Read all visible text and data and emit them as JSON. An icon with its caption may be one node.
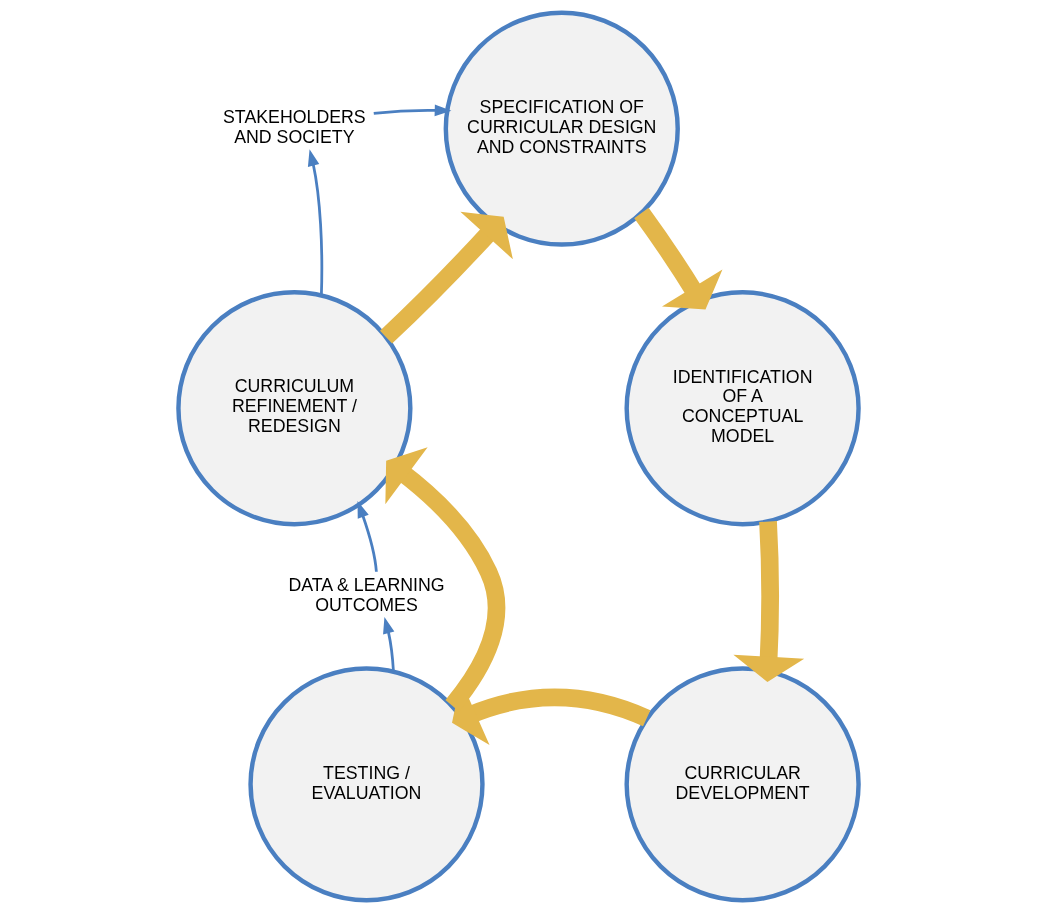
{
  "diagram": {
    "nodes": [
      {
        "text": [
          "SPECIFICATION OF CURRICULAR DESIGN AND CONSTRAINTS"
        ]
      },
      {
        "text": [
          "IDENTIFICATION OF A CONCEPTUAL MODEL"
        ]
      },
      {
        "text": [
          "CURRICULAR DEVELOPMENT"
        ]
      },
      {
        "text": [
          "TESTING / EVALUATION"
        ]
      },
      {
        "text": [
          "CURRICULUM REFINEMENT / REDESIGN"
        ]
      },
      {
        "text": [
          "STAKEHOLDERS AND SOCIETY"
        ]
      },
      {
        "text": [
          "DATA & LEARNING OUTCOMES"
        ]
      }
    ],
    "edges": [
      {
        "from": 0,
        "to": 1,
        "arrow": "to",
        "color": "#e3b64a"
      },
      {
        "from": 1,
        "to": 2,
        "arrow": "to",
        "color": "#e3b64a"
      },
      {
        "from": 2,
        "to": 3,
        "arrow": "to",
        "color": "#e3b64a"
      },
      {
        "from": 3,
        "to": 4,
        "arrow": "to",
        "color": "#e3b64a"
      },
      {
        "from": 4,
        "to": 0,
        "arrow": "to",
        "color": "#e3b64a"
      },
      {
        "from": 4,
        "to": 5,
        "arrow": "to",
        "color": "#4a7fc1"
      },
      {
        "from": 5,
        "to": 0,
        "arrow": "to",
        "color": "#4a7fc1"
      },
      {
        "from": 3,
        "to": 6,
        "arrow": "to",
        "color": "#4a7fc1"
      },
      {
        "from": 6,
        "to": 4,
        "arrow": "to",
        "color": "#4a7fc1"
      }
    ]
  }
}
